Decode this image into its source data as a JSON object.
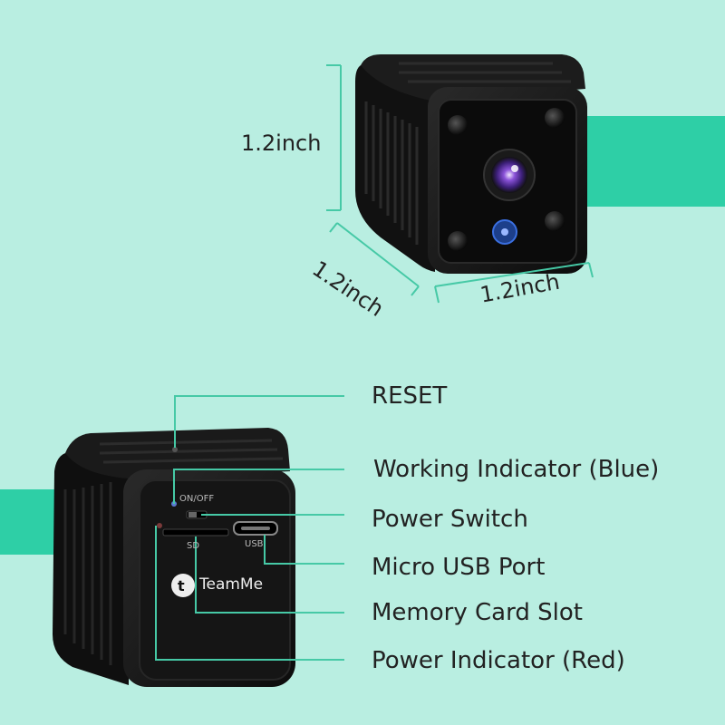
{
  "dimensions": {
    "height": "1.2inch",
    "depth": "1.2inch",
    "width": "1.2inch"
  },
  "device": {
    "brand": "TeamMe",
    "switch_label": "ON/OFF",
    "sd_label": "SD",
    "usb_label": "USB"
  },
  "callouts": [
    {
      "label": "RESET"
    },
    {
      "label": "Working Indicator (Blue)"
    },
    {
      "label": "Power Switch"
    },
    {
      "label": "Micro USB Port"
    },
    {
      "label": "Memory Card Slot"
    },
    {
      "label": "Power Indicator (Red)"
    }
  ],
  "colors": {
    "background": "#b9eee1",
    "accent_teal": "#2ecfa6",
    "line": "#46c9a6",
    "camera_body": "#141414",
    "lens_ring": "#3a6fe0",
    "lens_core": "#7a3fc7"
  }
}
